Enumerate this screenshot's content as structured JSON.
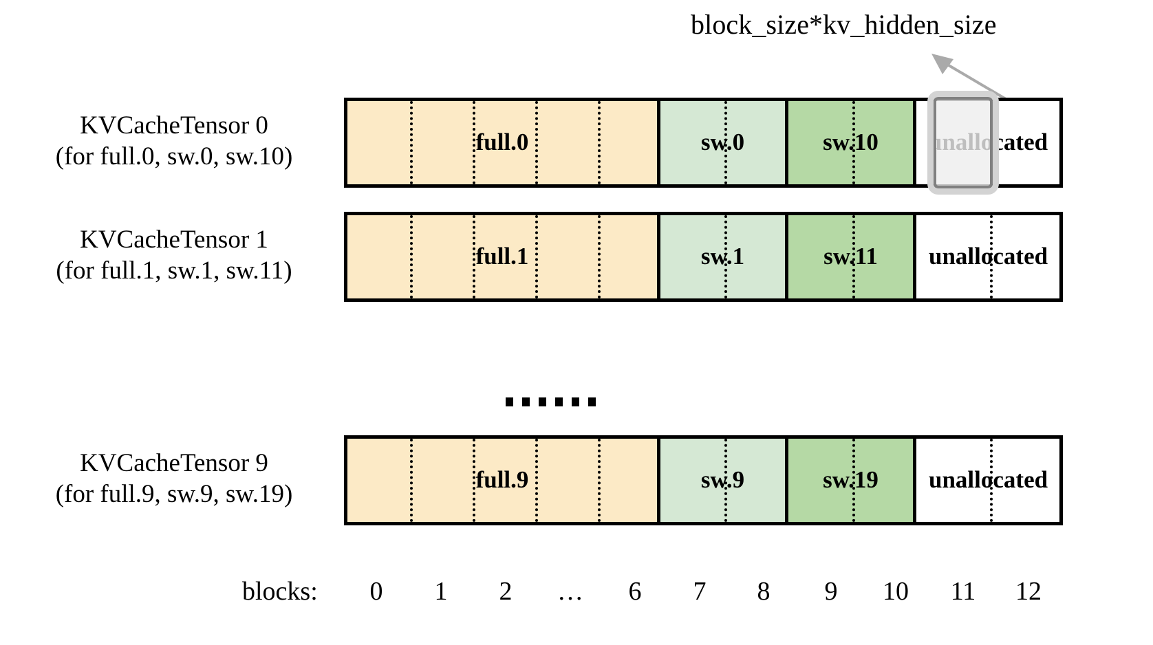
{
  "annotation": {
    "text": "block_size*kv_hidden_size",
    "arrow_icon": "arrow-up-right-icon",
    "arrow_color": "#aaaaaa"
  },
  "colors": {
    "full_fill": "#fceac6",
    "sw_light_fill": "#d5e8d4",
    "sw_dark_fill": "#b5d9a5",
    "unallocated_fill": "#ffffff",
    "border": "#000000",
    "highlight_outer": "#d3d3d3",
    "highlight_inner": "#808080"
  },
  "rows": [
    {
      "label_line1": "KVCacheTensor 0",
      "label_line2": "(for full.0, sw.0, sw.10)",
      "segments": [
        {
          "kind": "full",
          "text": "full.0",
          "dividers": 4
        },
        {
          "kind": "sw-light",
          "text": "sw.0",
          "dividers": 1
        },
        {
          "kind": "sw-dark",
          "text": "sw.10",
          "dividers": 1
        },
        {
          "kind": "unalloc",
          "text": "unallocated",
          "dividers": 1
        }
      ],
      "highlight": true
    },
    {
      "label_line1": "KVCacheTensor 1",
      "label_line2": "(for full.1, sw.1, sw.11)",
      "segments": [
        {
          "kind": "full",
          "text": "full.1",
          "dividers": 4
        },
        {
          "kind": "sw-light",
          "text": "sw.1",
          "dividers": 1
        },
        {
          "kind": "sw-dark",
          "text": "sw.11",
          "dividers": 1
        },
        {
          "kind": "unalloc",
          "text": "unallocated",
          "dividers": 1
        }
      ],
      "highlight": false
    },
    {
      "label_line1": "KVCacheTensor 9",
      "label_line2": "(for full.9, sw.9, sw.19)",
      "segments": [
        {
          "kind": "full",
          "text": "full.9",
          "dividers": 4
        },
        {
          "kind": "sw-light",
          "text": "sw.9",
          "dividers": 1
        },
        {
          "kind": "sw-dark",
          "text": "sw.19",
          "dividers": 1
        },
        {
          "kind": "unalloc",
          "text": "unallocated",
          "dividers": 1
        }
      ],
      "highlight": false
    }
  ],
  "gap_ellipsis": "......",
  "axis": {
    "caption": "blocks:",
    "ticks": [
      "0",
      "1",
      "2",
      "…",
      "6",
      "7",
      "8",
      "9",
      "10",
      "11",
      "12"
    ]
  }
}
